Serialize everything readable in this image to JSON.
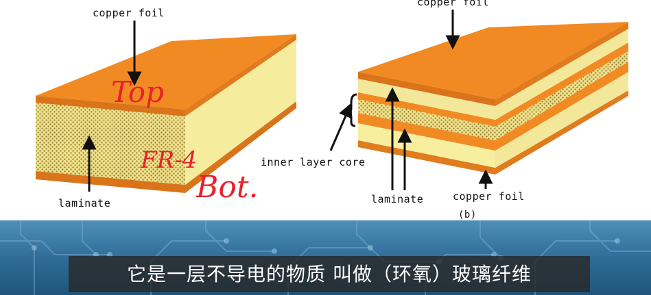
{
  "left_diagram": {
    "top_label": "copper foil",
    "bottom_label": "laminate",
    "annotations": {
      "top": "Top",
      "middle": "FR-4",
      "bottom": "Bot."
    }
  },
  "right_diagram": {
    "top_label": "copper foil",
    "core_label": "inner layer core",
    "laminate_label": "laminate",
    "bottom_label": "copper foil",
    "caption": "(b)"
  },
  "subtitle": "它是一层不导电的物质 叫做（环氧）玻璃纤维",
  "colors": {
    "copper": "#f28a23",
    "laminate": "#f3e79a",
    "banner": "#2d6a94"
  }
}
